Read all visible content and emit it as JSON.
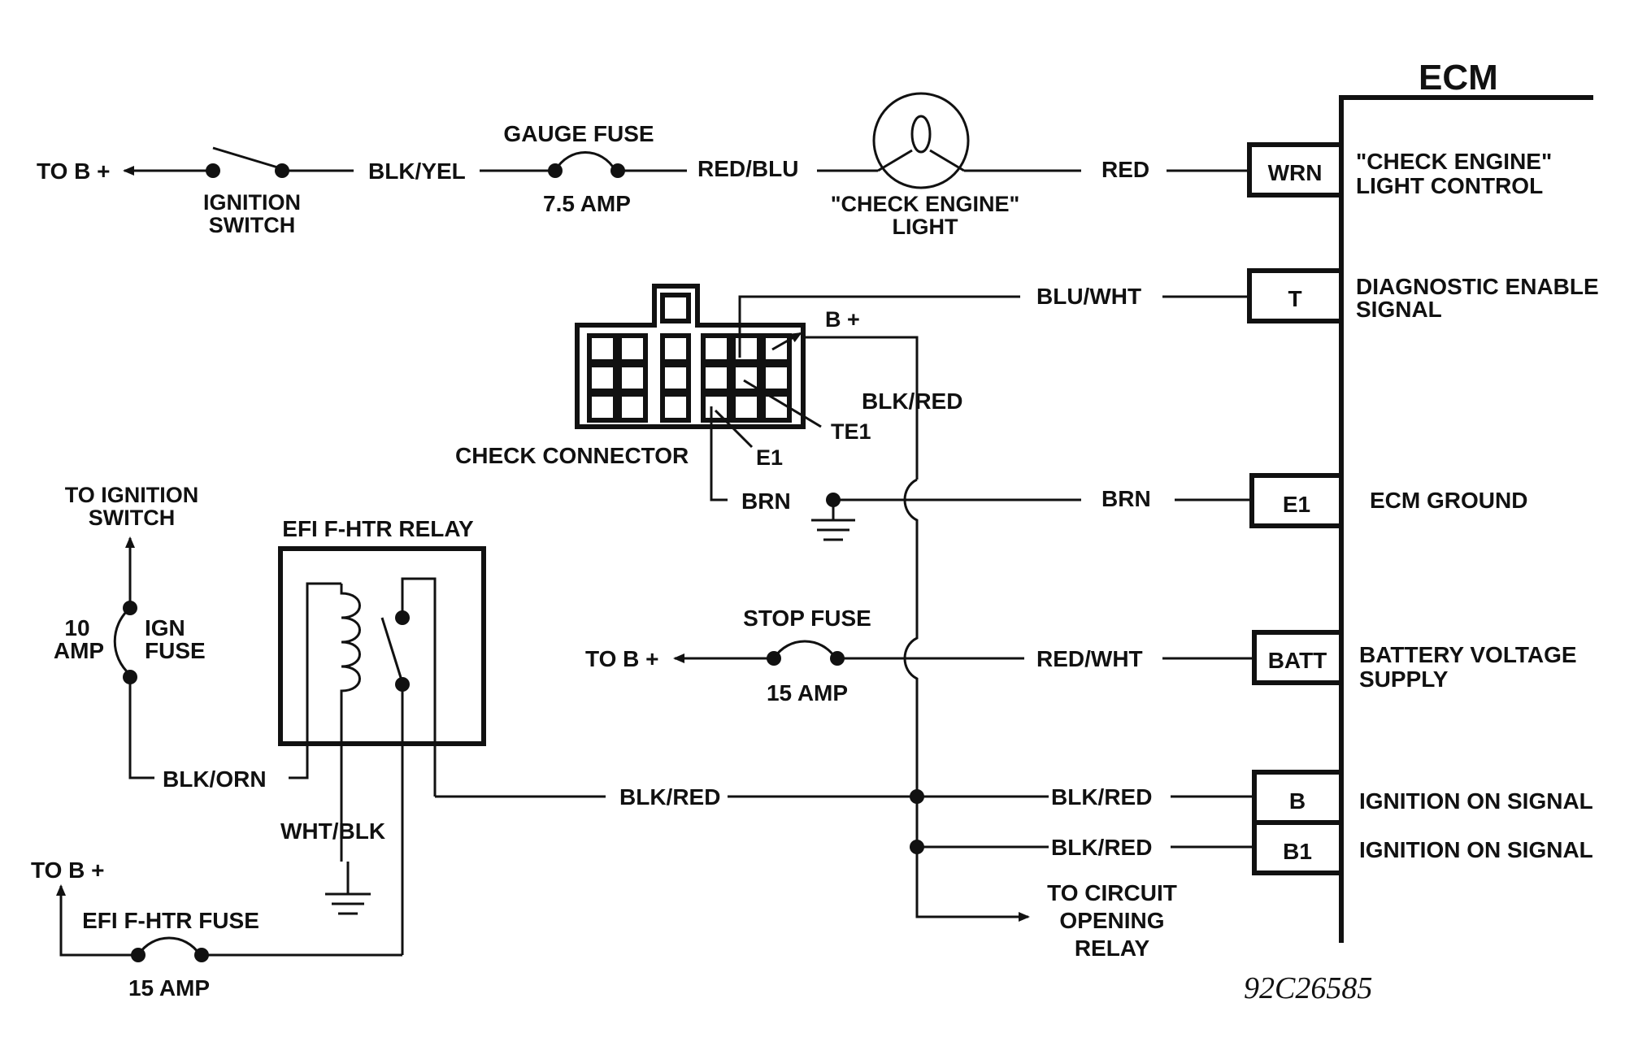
{
  "ecm": {
    "title": "ECM"
  },
  "ignition": {
    "to_b_plus": "TO B +",
    "switch_label_1": "IGNITION",
    "switch_label_2": "SWITCH",
    "wire": "BLK/YEL"
  },
  "gauge_fuse": {
    "label": "GAUGE FUSE",
    "amp": "7.5 AMP",
    "wire": "RED/BLU"
  },
  "check_engine_light": {
    "label_1": "\"CHECK ENGINE\"",
    "label_2": "LIGHT",
    "wire": "RED"
  },
  "check_connector": {
    "label": "CHECK CONNECTOR",
    "bplus": "B +",
    "te1": "TE1",
    "e1": "E1",
    "wire_blk_red": "BLK/RED",
    "wire_brn": "BRN",
    "wire_blu_wht": "BLU/WHT"
  },
  "ecm_pins": [
    {
      "pin": "WRN",
      "desc_1": "\"CHECK ENGINE\"",
      "desc_2": "LIGHT CONTROL"
    },
    {
      "pin": "T",
      "desc_1": "DIAGNOSTIC ENABLE",
      "desc_2": "SIGNAL"
    },
    {
      "pin": "E1",
      "desc_1": "ECM GROUND",
      "desc_2": ""
    },
    {
      "pin": "BATT",
      "desc_1": "BATTERY VOLTAGE",
      "desc_2": "SUPPLY"
    },
    {
      "pin": "B",
      "desc_1": "IGNITION ON SIGNAL",
      "desc_2": ""
    },
    {
      "pin": "B1",
      "desc_1": "IGNITION ON SIGNAL",
      "desc_2": ""
    }
  ],
  "ground_wire": "BRN",
  "stop_fuse": {
    "label": "STOP FUSE",
    "amp": "15 AMP",
    "to_b_plus": "TO B +",
    "wire": "RED/WHT"
  },
  "ign_fuse": {
    "to_ignition_1": "TO IGNITION",
    "to_ignition_2": "SWITCH",
    "amp_1": "10",
    "amp_2": "AMP",
    "name_1": "IGN",
    "name_2": "FUSE",
    "wire": "BLK/ORN"
  },
  "relay": {
    "label": "EFI F-HTR RELAY",
    "wire_out": "BLK/RED",
    "wire_ground": "WHT/BLK"
  },
  "efi_fuse": {
    "to_b_plus": "TO B +",
    "label": "EFI F-HTR FUSE",
    "amp": "15 AMP"
  },
  "b_wires": {
    "b": "BLK/RED",
    "b1": "BLK/RED"
  },
  "circuit_opening": {
    "line_1": "TO CIRCUIT",
    "line_2": "OPENING",
    "line_3": "RELAY"
  },
  "figure_id": "92C26585"
}
